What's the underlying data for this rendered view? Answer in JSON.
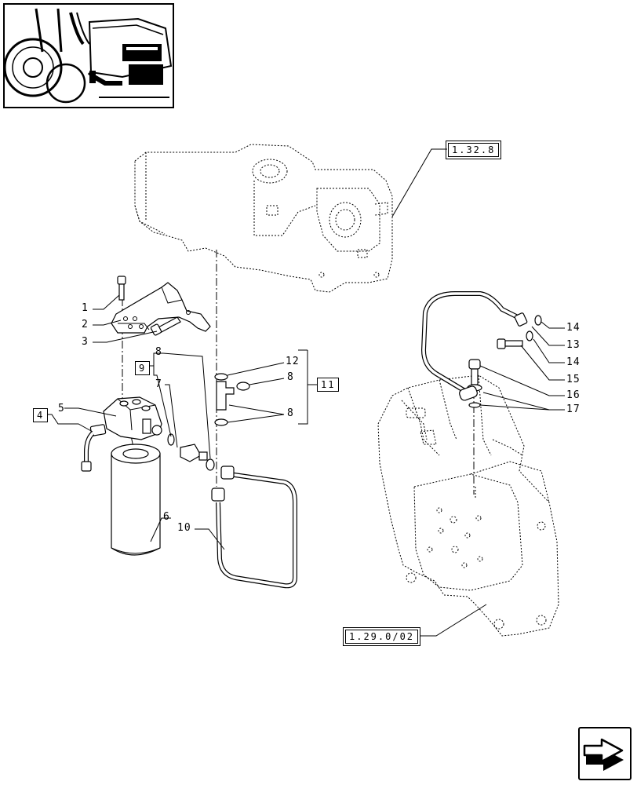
{
  "diagram": {
    "reference_boxes": {
      "top": "1.32.8",
      "bottom": "1.29.0/02",
      "box_4": "4",
      "box_9": "9",
      "box_11": "11"
    },
    "callouts": {
      "n1": "1",
      "n2": "2",
      "n3": "3",
      "n5": "5",
      "n6": "6",
      "n7": "7",
      "n8a": "8",
      "n8b": "8",
      "n8c": "8",
      "n10": "10",
      "n12": "12",
      "n13": "13",
      "n14a": "14",
      "n14b": "14",
      "n15": "15",
      "n16": "16",
      "n17": "17"
    }
  },
  "thumbnail": {
    "icon": "tractor-location-thumbnail"
  },
  "navigation": {
    "icon": "next-page-arrow-icon"
  }
}
